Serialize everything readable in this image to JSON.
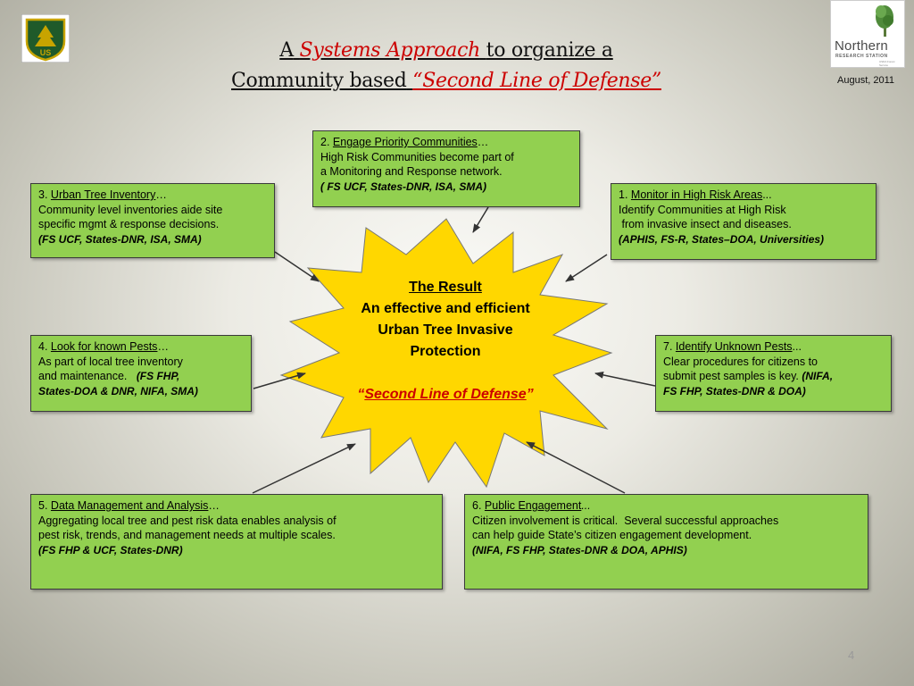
{
  "logos": {
    "usfs_text": "US",
    "nrs_name": "Northern",
    "nrs_sub": "RESEARCH STATION",
    "nrs_tiny": "USDA Forest Service"
  },
  "title": {
    "line1_a": "A",
    "line1_highlight": "Systems Approach",
    "line1_b": "to organize a",
    "line2_a": "Community based",
    "line2_highlight": "“Second Line of Defense”"
  },
  "date": "August, 2011",
  "center": {
    "heading": "The Result",
    "line1": "An effective and efficient",
    "line2": "Urban Tree Invasive",
    "line3": "Protection",
    "open_quote": "“",
    "defense": "Second Line of Defense",
    "close_quote": "”"
  },
  "boxes": {
    "b1": {
      "num": "1.",
      "title": "Monitor in High Risk Areas",
      "suffix": "...",
      "body": [
        "Identify Communities at High Risk",
        " from invasive insect and diseases."
      ],
      "source": "(APHIS, FS-R, States–DOA, Universities)"
    },
    "b2": {
      "num": "2.",
      "title": "Engage Priority Communities",
      "suffix": "…",
      "body": [
        "High Risk Communities become part of",
        "a Monitoring and Response network."
      ],
      "source": "( FS UCF, States-DNR, ISA, SMA)"
    },
    "b3": {
      "num": "3.",
      "title": "Urban Tree Inventory",
      "suffix": "…",
      "body": [
        "Community level inventories aide site",
        "specific mgmt & response decisions."
      ],
      "source": "(FS UCF, States-DNR, ISA, SMA)"
    },
    "b4": {
      "num": "4.",
      "title": "Look for known Pests",
      "suffix": "…",
      "body": [
        "As part of local tree inventory",
        "and maintenance."
      ],
      "source_inline": "(FS FHP,",
      "source": "States-DOA & DNR, NIFA, SMA)"
    },
    "b5": {
      "num": "5.",
      "title": "Data Management and Analysis",
      "suffix": "…",
      "body": [
        "Aggregating local tree and pest risk data enables analysis of",
        "pest risk, trends, and management needs at multiple scales."
      ],
      "source": "(FS FHP & UCF, States-DNR)"
    },
    "b6": {
      "num": "6.",
      "title": "Public Engagement",
      "suffix": "...",
      "body": [
        "Citizen involvement is critical.  Several successful approaches",
        "can help guide State’s citizen engagement development."
      ],
      "source": "(NIFA, FS FHP, States-DNR & DOA, APHIS)"
    },
    "b7": {
      "num": "7.",
      "title": "Identify Unknown Pests",
      "suffix": "...",
      "body": [
        "Clear procedures for citizens to",
        "submit pest samples is key."
      ],
      "source_inline": "(NIFA,",
      "source": "FS FHP, States-DNR & DOA)"
    }
  },
  "page_number": "4",
  "colors": {
    "box_green": "#92d050",
    "star_yellow": "#ffd700",
    "accent_red": "#cc0000"
  }
}
